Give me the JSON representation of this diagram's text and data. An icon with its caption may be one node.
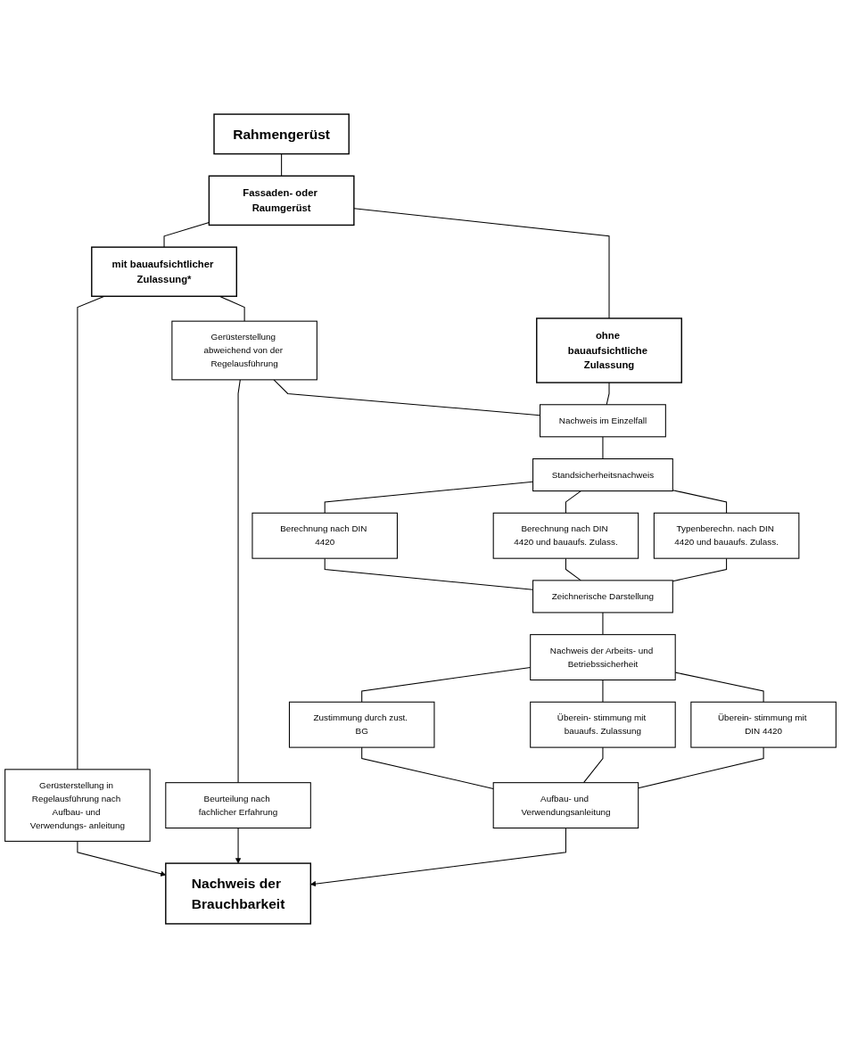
{
  "diagram": {
    "nodes": [
      {
        "text": [
          "Rahmengerüst"
        ]
      },
      {
        "text": [
          "Fassaden- oder Raumgerüst"
        ]
      },
      {
        "text": [
          "mit bauaufsichtlicher Zulassung*"
        ]
      },
      {
        "text": [
          "ohne bauaufsichtliche Zulassung"
        ]
      },
      {
        "text": [
          "Gerüsterstellung in Regelausführung nach Aufbau- und Verwendungs- anleitung"
        ]
      },
      {
        "text": [
          "Gerüsterstellung abweichend von der Regelausführung"
        ]
      },
      {
        "text": [
          "Beurteilung nach fachlicher Erfahrung"
        ]
      },
      {
        "text": [
          "Nachweis im Einzelfall"
        ]
      },
      {
        "text": [
          "Standsicherheitsnachweis"
        ]
      },
      {
        "text": [
          "Berechnung nach DIN 4420"
        ]
      },
      {
        "text": [
          "Berechnung nach DIN 4420 und bauaufs. Zulass."
        ]
      },
      {
        "text": [
          "Typenberechn. nach DIN 4420 und bauaufs. Zulass."
        ]
      },
      {
        "text": [
          "Zeichnerische Darstellung"
        ]
      },
      {
        "text": [
          "Nachweis der Arbeits- und Betriebssicherheit"
        ]
      },
      {
        "text": [
          "Zustimmung durch zust. BG"
        ]
      },
      {
        "text": [
          "Überein- stimmung mit bauaufs. Zulassung"
        ]
      },
      {
        "text": [
          "Überein- stimmung mit DIN 4420"
        ]
      },
      {
        "text": [
          "Aufbau- und Verwendungsanleitung"
        ]
      },
      {
        "text": [
          "Nachweis der Brauchbarkeit"
        ]
      }
    ],
    "edges": [
      {
        "from": 0,
        "to": 1,
        "arrow": "none"
      },
      {
        "from": 1,
        "to": 2,
        "arrow": "none"
      },
      {
        "from": 1,
        "to": 3,
        "arrow": "none"
      },
      {
        "from": 2,
        "to": 4,
        "arrow": "none"
      },
      {
        "from": 2,
        "to": 5,
        "arrow": "none"
      },
      {
        "from": 5,
        "to": 6,
        "arrow": "none"
      },
      {
        "from": 5,
        "to": 7,
        "arrow": "none"
      },
      {
        "from": 3,
        "to": 7,
        "arrow": "none"
      },
      {
        "from": 7,
        "to": 8,
        "arrow": "none"
      },
      {
        "from": 8,
        "to": 9,
        "arrow": "none"
      },
      {
        "from": 8,
        "to": 10,
        "arrow": "none"
      },
      {
        "from": 8,
        "to": 11,
        "arrow": "none"
      },
      {
        "from": 9,
        "to": 12,
        "arrow": "none"
      },
      {
        "from": 10,
        "to": 12,
        "arrow": "none"
      },
      {
        "from": 11,
        "to": 12,
        "arrow": "none"
      },
      {
        "from": 12,
        "to": 13,
        "arrow": "none"
      },
      {
        "from": 13,
        "to": 14,
        "arrow": "none"
      },
      {
        "from": 13,
        "to": 15,
        "arrow": "none"
      },
      {
        "from": 13,
        "to": 16,
        "arrow": "none"
      },
      {
        "from": 14,
        "to": 17,
        "arrow": "none"
      },
      {
        "from": 15,
        "to": 17,
        "arrow": "none"
      },
      {
        "from": 16,
        "to": 17,
        "arrow": "none"
      },
      {
        "from": 4,
        "to": 18,
        "arrow": "to"
      },
      {
        "from": 6,
        "to": 18,
        "arrow": "to"
      },
      {
        "from": 17,
        "to": 18,
        "arrow": "to"
      }
    ]
  }
}
